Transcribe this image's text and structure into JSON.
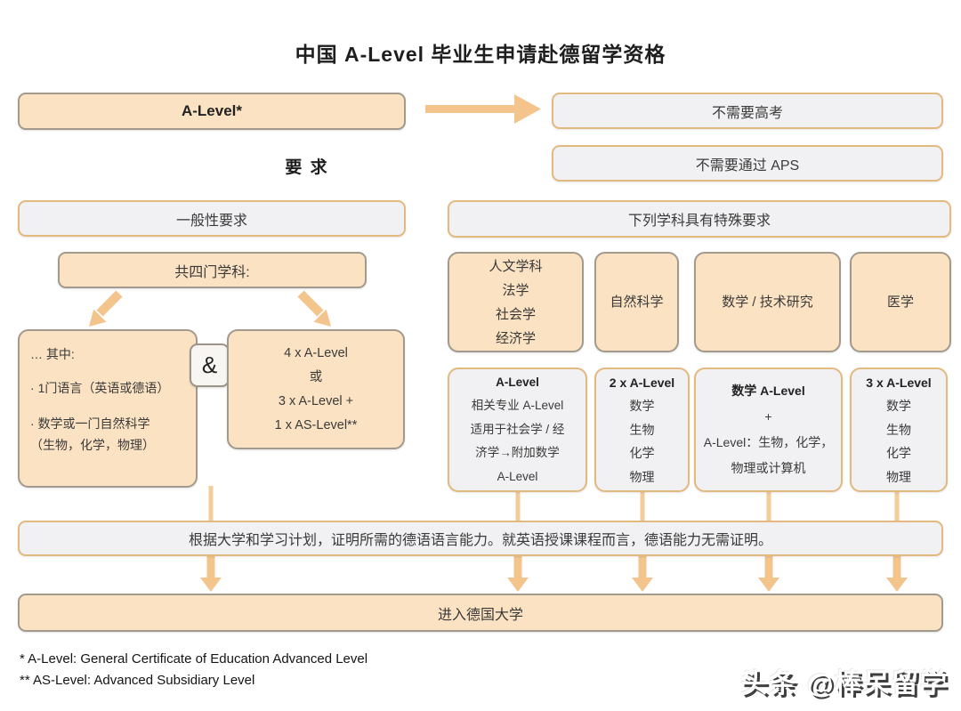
{
  "title": "中国 A-Level 毕业生申请赴德留学资格",
  "colors": {
    "peach_fill": "#fbe2c2",
    "gray_fill": "#f1f0f2",
    "tan_border": "#e2b97f",
    "gray_border": "#a39a8e",
    "arrow": "#f4c48d",
    "connector": "#f2cc9b"
  },
  "left": {
    "alevel_box": "A-Level*",
    "requirement_label": "要 求",
    "general_req": "一般性要求",
    "four_subjects": "共四门学科:",
    "among_box": {
      "header": "… 其中:",
      "bullet": "·",
      "item1": "1门语言（英语或德语）",
      "item2": "数学或一门自然科学",
      "item2b": "（生物，化学，物理）"
    },
    "and_symbol": "&",
    "combo_box": {
      "line1": "4 x A-Level",
      "line2": "或",
      "line3": "3 x A-Level +",
      "line4": "1 x  AS-Level**"
    }
  },
  "right": {
    "no_gaokao": "不需要高考",
    "no_aps": "不需要通过 APS",
    "special_req": "下列学科具有特殊要求",
    "subjects": [
      {
        "l1": "人文学科",
        "l2": "法学",
        "l3": "社会学",
        "l4": "经济学"
      },
      {
        "l1": "自然科学"
      },
      {
        "l1": "数学 / 技术研究"
      },
      {
        "l1": "医学"
      }
    ],
    "details": [
      {
        "title": "A-Level",
        "l1": "相关专业 A-Level",
        "l2": "适用于社会学 / 经",
        "l3": "济学→附加数学",
        "l4": "A-Level"
      },
      {
        "title": "2 x A-Level",
        "l1": "数学",
        "l2": "生物",
        "l3": "化学",
        "l4": "物理"
      },
      {
        "title": "数学 A-Level",
        "l1": "+",
        "l2": "A-Level：生物，化学，",
        "l3": "物理或计算机"
      },
      {
        "title": "3 x A-Level",
        "l1": "数学",
        "l2": "生物",
        "l3": "化学",
        "l4": "物理"
      }
    ]
  },
  "bottom": {
    "language_bar": "根据大学和学习计划，证明所需的德语语言能力。就英语授课课程而言，德语能力无需证明。",
    "university_bar": "进入德国大学",
    "footnote1": "* A-Level: General Certificate of Education Advanced Level",
    "footnote2": "** AS-Level: Advanced Subsidiary Level",
    "watermark": "头条 @棒呆留学"
  }
}
